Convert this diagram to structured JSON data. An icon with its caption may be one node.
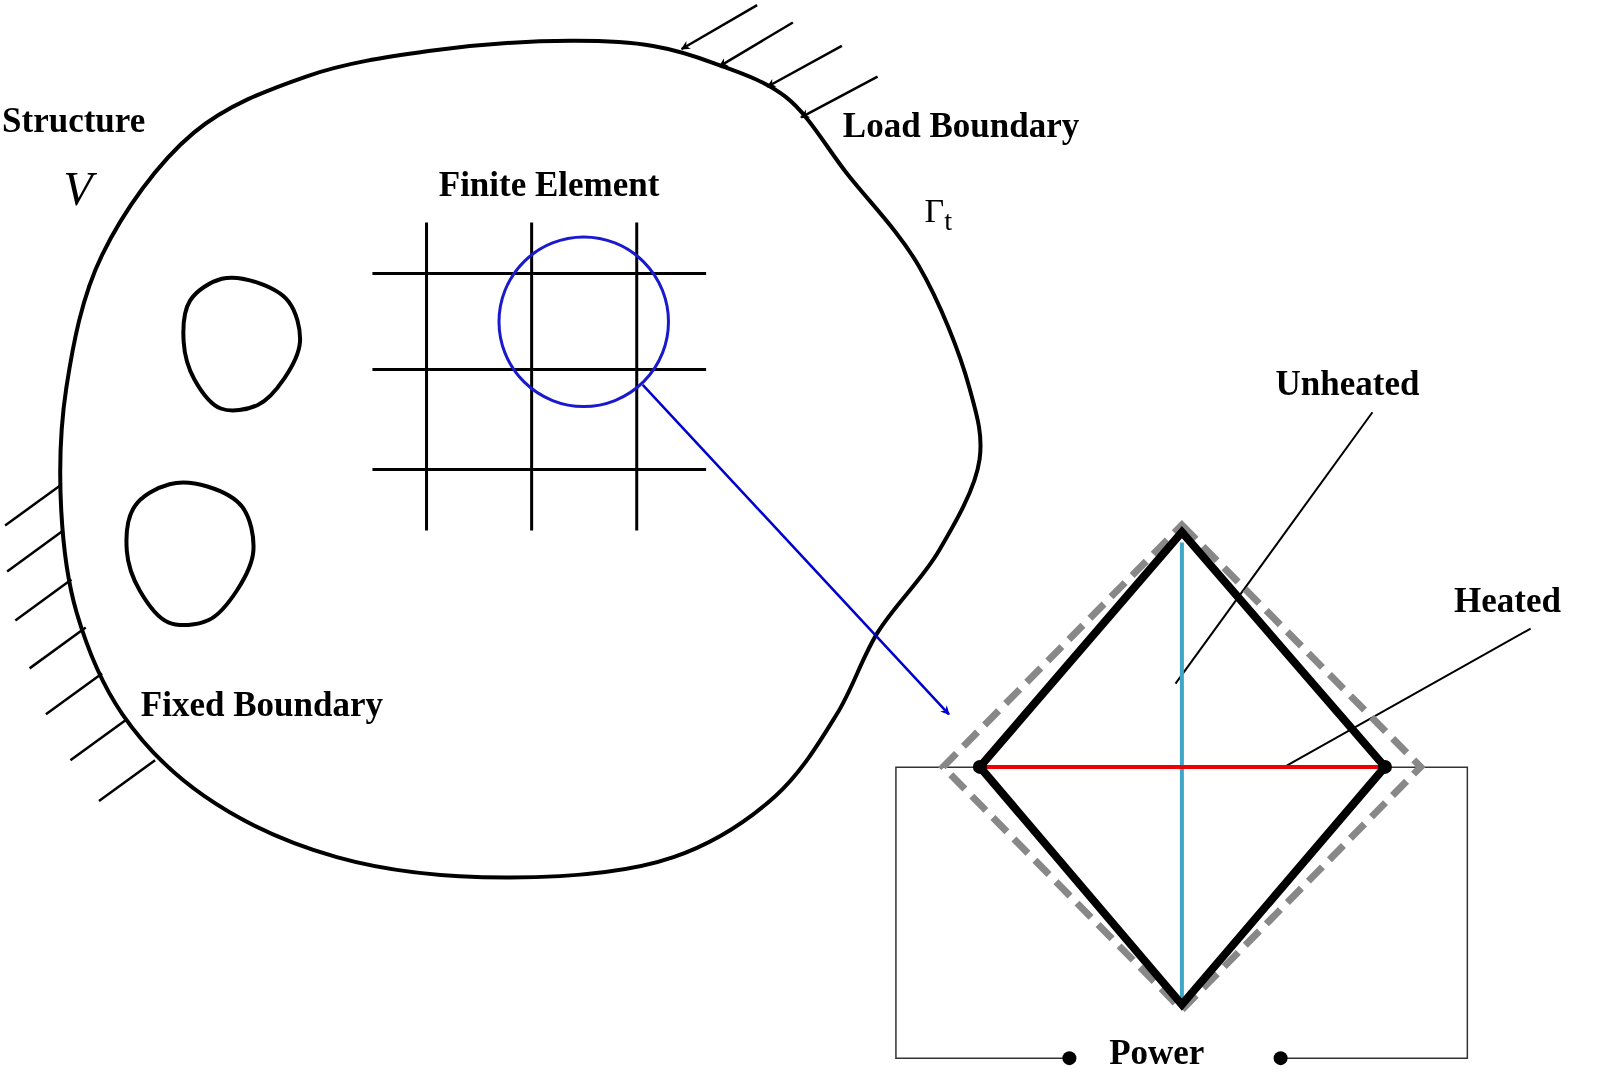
{
  "diagram": {
    "nodes": [
      {
        "text": [],
        "shape": "circle"
      },
      {
        "text": [],
        "shape": "diamond"
      },
      {
        "text": [
          "Unheated"
        ]
      },
      {
        "text": [
          "Heated"
        ]
      }
    ],
    "edges": [
      {
        "from": 0,
        "to": 1,
        "arrow": "to",
        "color": "#0000cc"
      },
      {
        "from": 2,
        "to": 1,
        "arrow": "none"
      },
      {
        "from": 3,
        "to": 1,
        "arrow": "none"
      }
    ],
    "labels": [
      "Structure",
      "V",
      "Load Boundary",
      "Γ$_{t}$",
      "Finite Element",
      "Fixed Boundary",
      "Power"
    ]
  }
}
